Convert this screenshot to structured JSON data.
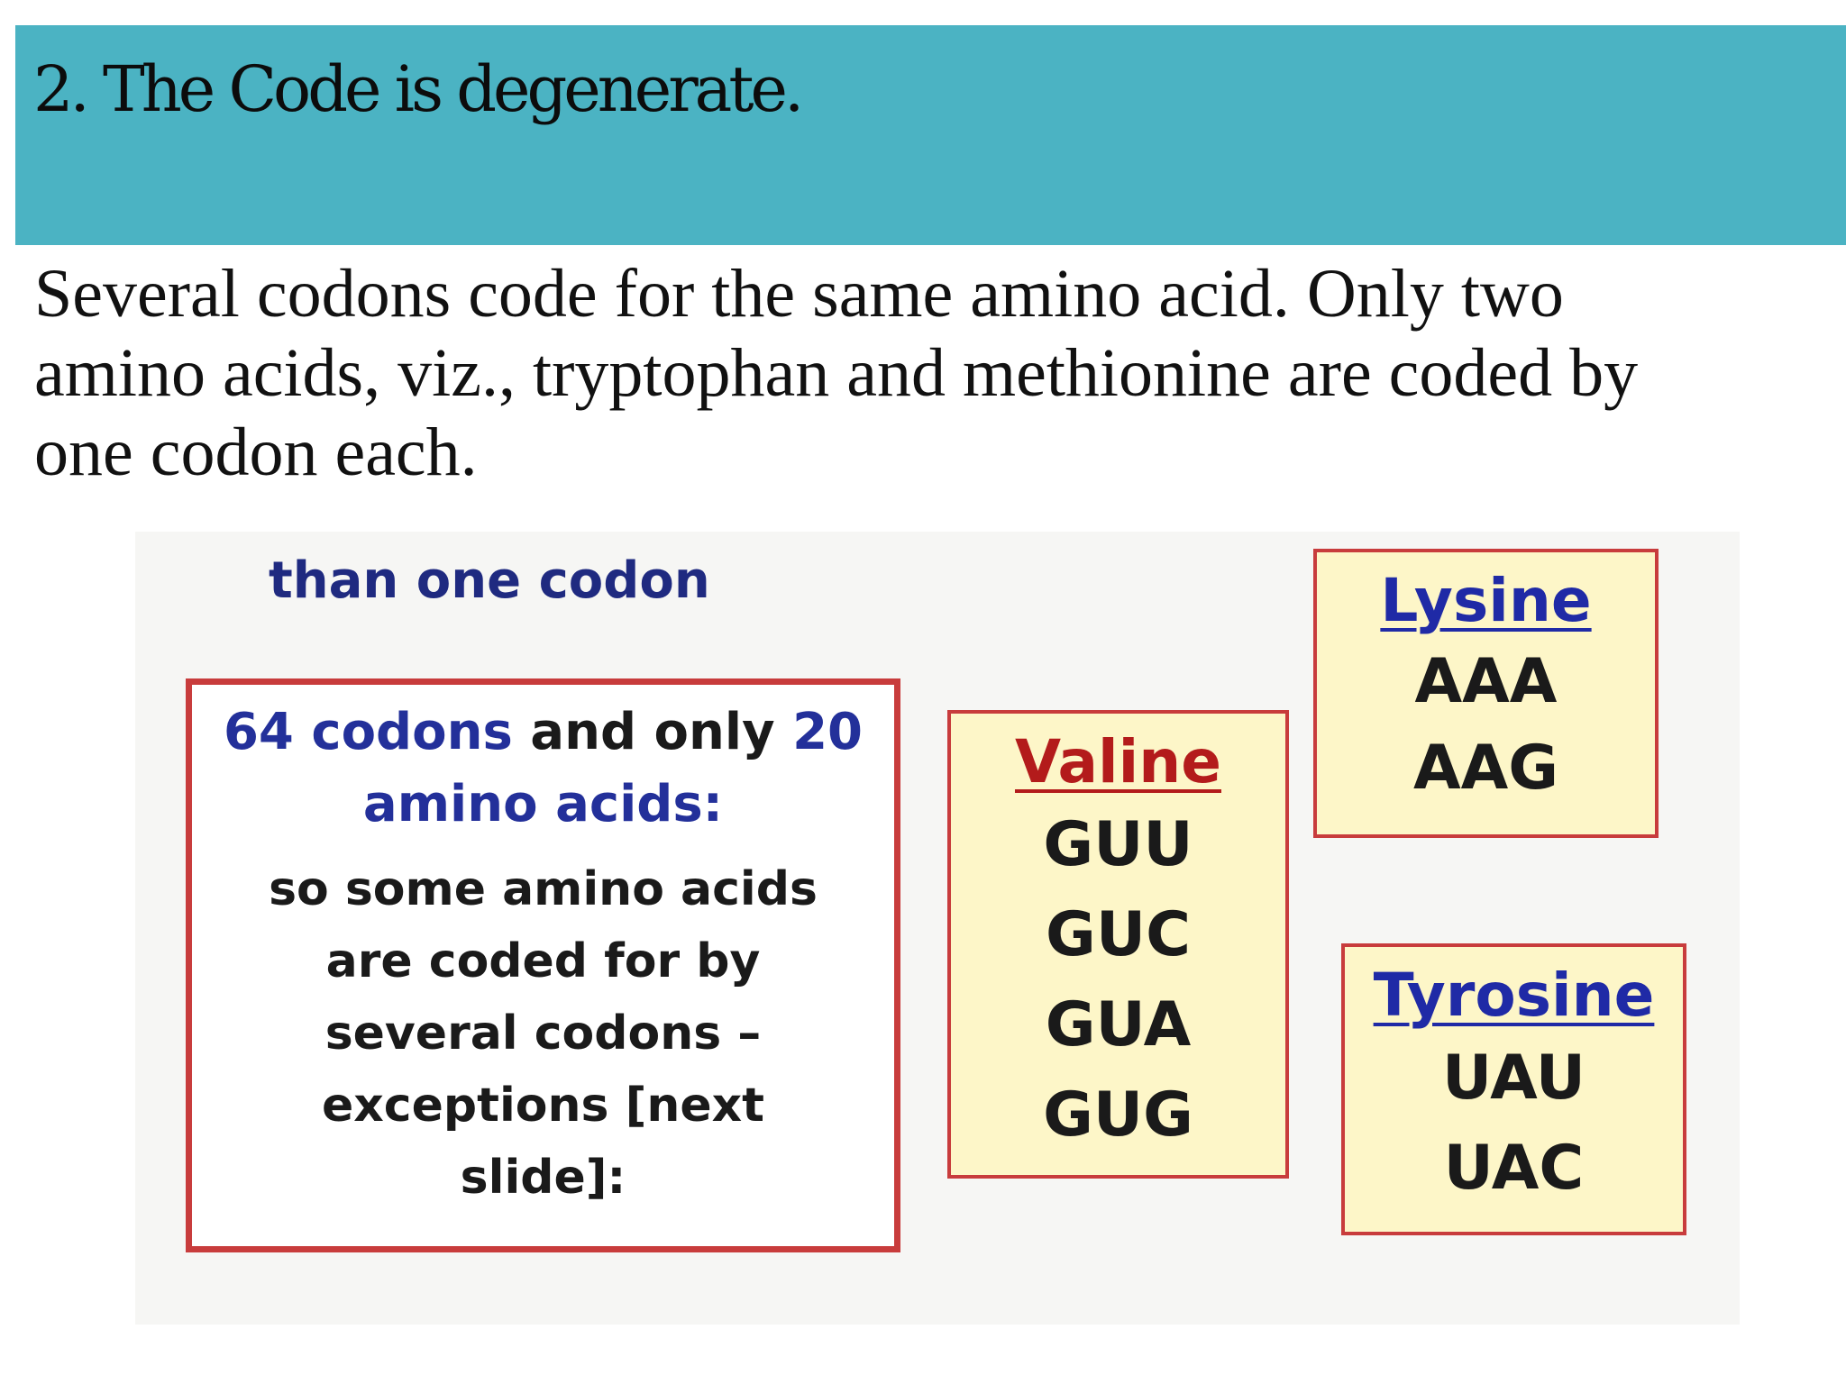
{
  "slide": {
    "title": "2. The Code is degenerate.",
    "body_lines": [
      "Several codons code for the same amino acid. Only two",
      "amino acids, viz., tryptophan and methionine are coded  by",
      "one codon each."
    ]
  },
  "figure": {
    "caption": "than one codon",
    "info_box": {
      "head_part1": "64 codons",
      "head_part2": " and only ",
      "head_part3": "20",
      "head_part4": "amino acids:",
      "body_lines": [
        "so some amino acids",
        "are coded for by",
        "several codons –",
        "exceptions [next",
        "slide]:"
      ]
    },
    "amino_acids": [
      {
        "name": "Valine",
        "codons": [
          "GUU",
          "GUC",
          "GUA",
          "GUG"
        ]
      },
      {
        "name": "Lysine",
        "codons": [
          "AAA",
          "AAG"
        ]
      },
      {
        "name": "Tyrosine",
        "codons": [
          "UAU",
          "UAC"
        ]
      }
    ]
  },
  "colors": {
    "title_bar": "#4bb3c3",
    "box_border": "#c83c3c",
    "codon_box_fill": "#fdf6c8",
    "valine_label": "#b31b1b",
    "lysine_tyrosine_label": "#1f2aa6",
    "caption_blue": "#1f2a80"
  }
}
